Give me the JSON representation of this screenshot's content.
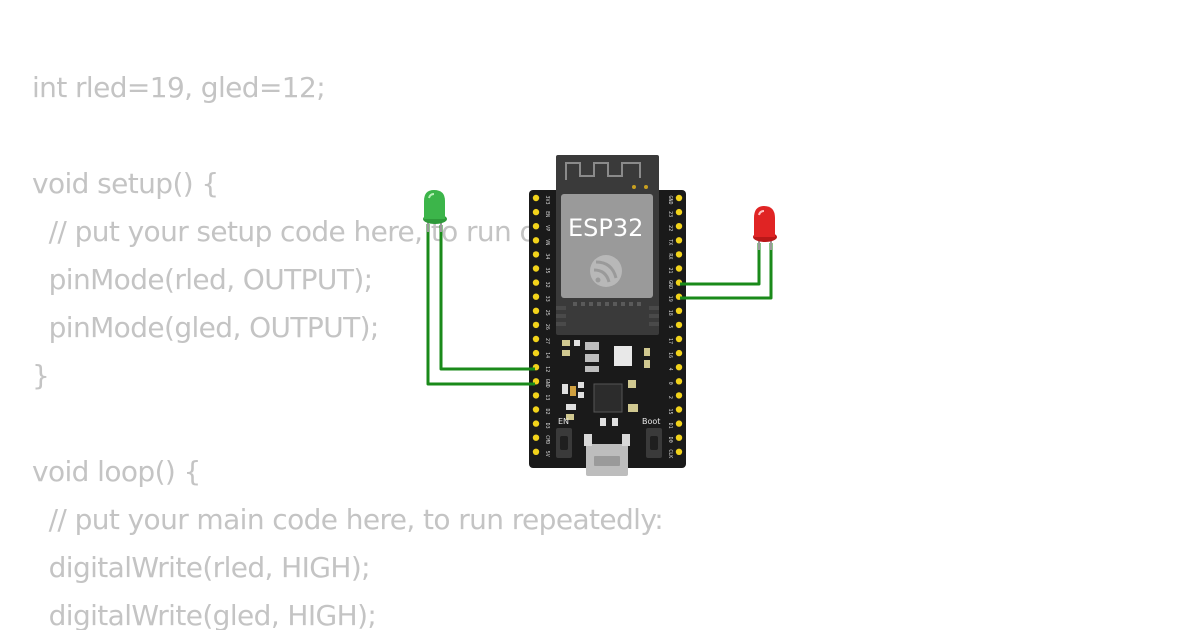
{
  "editor": {
    "code_lines": [
      "int rled=19, gled=12;",
      "",
      "void setup() {",
      "  // put your setup code here, to run once:",
      "  pinMode(rled, OUTPUT);",
      "  pinMode(gled, OUTPUT);",
      "}",
      "",
      "void loop() {",
      "  // put your main code here, to run repeatedly:",
      "  digitalWrite(rled, HIGH);",
      "  digitalWrite(gled, HIGH);"
    ]
  },
  "board": {
    "chip_label": "ESP32",
    "en_label": "EN",
    "boot_label": "Boot",
    "left_pins": [
      "3V3",
      "EN",
      "VP",
      "VN",
      "34",
      "35",
      "32",
      "33",
      "25",
      "26",
      "27",
      "14",
      "12",
      "GND",
      "13",
      "D2",
      "D3",
      "CMD",
      "5V"
    ],
    "right_pins": [
      "GND",
      "23",
      "22",
      "TX",
      "RX",
      "21",
      "GND",
      "19",
      "18",
      "5",
      "17",
      "16",
      "4",
      "0",
      "2",
      "15",
      "D1",
      "D0",
      "CLK"
    ]
  },
  "components": {
    "green_led_color": "#3cb54a",
    "red_led_color": "#e02424",
    "wire_color": "#1a8a1a"
  }
}
